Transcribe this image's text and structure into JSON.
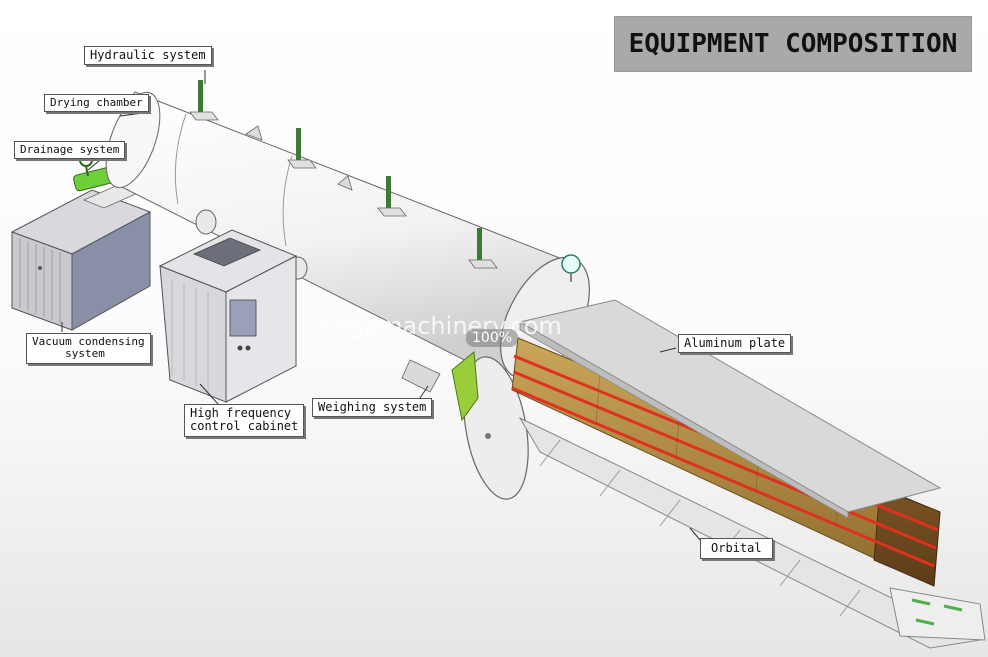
{
  "title": "EQUIPMENT COMPOSITION",
  "labels": {
    "hydraulic": "Hydraulic system",
    "drying_chamber": "Drying chamber",
    "drainage": "Drainage system",
    "vacuum_condensing": "Vacuum condensing\n     system",
    "high_frequency": "High frequency\ncontrol cabinet",
    "weighing": "Weighing system",
    "aluminum_plate": "Aluminum plate",
    "orbital": "Orbital"
  },
  "watermark": "sagamachinery.com",
  "progress": "100%",
  "colors": {
    "title_bg": "#a9a9a9",
    "tank": "#f4f4f4",
    "accent_green": "#9acd3a",
    "wood": "#b58a3c",
    "red_strip": "#e03020",
    "cabinet": "#8a8fa8"
  }
}
